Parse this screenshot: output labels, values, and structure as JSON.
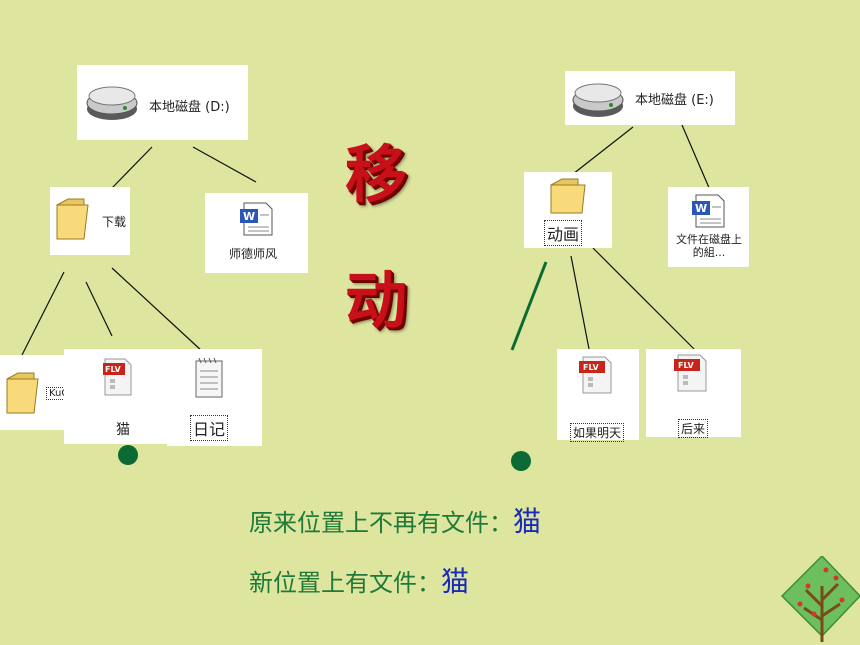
{
  "title_chars": [
    "移",
    "动"
  ],
  "left_tree": {
    "root": "本地磁盘 (D:)",
    "folder_download": "下载",
    "doc_file": "师德师风",
    "folder_kugou": "KuGou",
    "flv_file": "猫",
    "txt_file": "日记"
  },
  "right_tree": {
    "root": "本地磁盘 (E:)",
    "folder_anim": "动画",
    "doc_file": "文件在磁盘上的組...",
    "flv_file_1": "如果明天",
    "flv_file_2": "后来"
  },
  "captions": {
    "line1_text": "原来位置上不再有文件：",
    "line1_highlight": "猫",
    "line2_text": "新位置上有文件：",
    "line2_highlight": "猫"
  },
  "colors": {
    "background": "#dde59e",
    "title_red": "#c8101a",
    "caption_green": "#1f7a3a",
    "highlight_blue": "#1a2bb8",
    "dot_green": "#0c6b35"
  }
}
